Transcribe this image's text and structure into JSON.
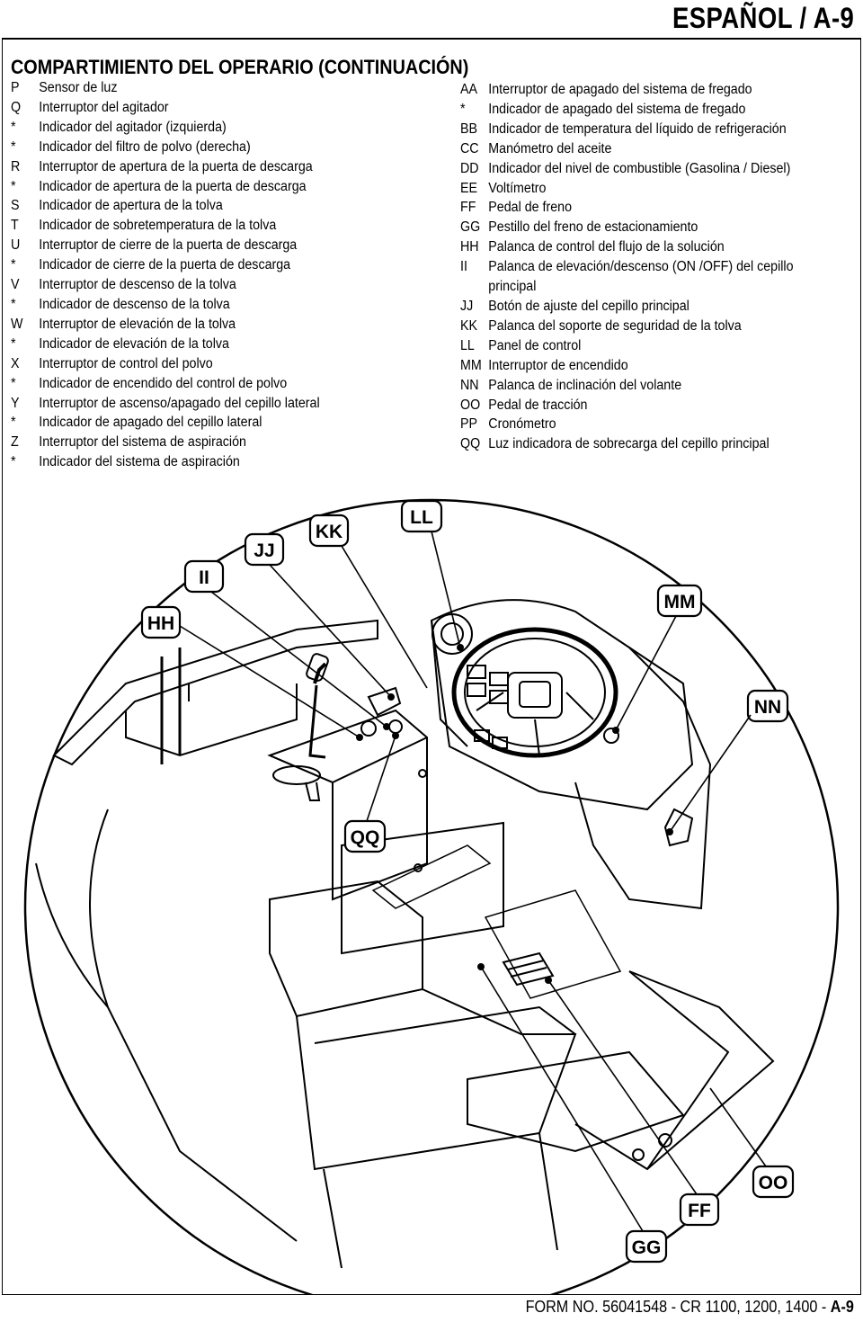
{
  "header": {
    "title": "ESPAÑOL / A-9"
  },
  "section_title": "COMPARTIMIENTO DEL OPERARIO (CONTINUACIÓN)",
  "left_items": [
    {
      "key": "P",
      "text": "Sensor de luz"
    },
    {
      "key": "Q",
      "text": "Interruptor del agitador"
    },
    {
      "key": "*",
      "text": "Indicador del agitador (izquierda)"
    },
    {
      "key": "*",
      "text": "Indicador del filtro de polvo (derecha)"
    },
    {
      "key": "R",
      "text": "Interruptor de apertura de la puerta de descarga"
    },
    {
      "key": "*",
      "text": "Indicador de apertura de la puerta de descarga"
    },
    {
      "key": "S",
      "text": "Indicador de apertura de la tolva"
    },
    {
      "key": "T",
      "text": "Indicador de sobretemperatura de la tolva"
    },
    {
      "key": "U",
      "text": "Interruptor de cierre de la puerta de descarga"
    },
    {
      "key": "*",
      "text": "Indicador de cierre de la puerta de descarga"
    },
    {
      "key": "V",
      "text": "Interruptor de descenso de la tolva"
    },
    {
      "key": "*",
      "text": "Indicador de descenso de la tolva"
    },
    {
      "key": "W",
      "text": "Interruptor de elevación de la tolva"
    },
    {
      "key": "*",
      "text": "Indicador de elevación de la tolva"
    },
    {
      "key": "X",
      "text": "Interruptor de control del polvo"
    },
    {
      "key": "*",
      "text": "Indicador de encendido del control de polvo"
    },
    {
      "key": "Y",
      "text": "Interruptor de ascenso/apagado del cepillo lateral"
    },
    {
      "key": "*",
      "text": "Indicador de apagado del cepillo lateral"
    },
    {
      "key": "Z",
      "text": "Interruptor del sistema de aspiración"
    },
    {
      "key": "*",
      "text": "Indicador del sistema de aspiración"
    }
  ],
  "right_items": [
    {
      "key": "AA",
      "text": "Interruptor de apagado del sistema de fregado"
    },
    {
      "key": "*",
      "text": "Indicador de apagado del sistema de fregado"
    },
    {
      "key": "BB",
      "text": "Indicador de temperatura del líquido de refrigeración"
    },
    {
      "key": "CC",
      "text": "Manómetro del aceite"
    },
    {
      "key": "DD",
      "text": "Indicador del nivel de combustible (Gasolina / Diesel)"
    },
    {
      "key": "EE",
      "text": "Voltímetro"
    },
    {
      "key": "FF",
      "text": "Pedal de freno"
    },
    {
      "key": "GG",
      "text": "Pestillo del freno de estacionamiento"
    },
    {
      "key": "HH",
      "text": "Palanca de control del flujo de la solución"
    },
    {
      "key": "II",
      "text": "Palanca de elevación/descenso (ON /OFF) del cepillo",
      "cont": "principal"
    },
    {
      "key": "JJ",
      "text": "Botón de ajuste del cepillo principal"
    },
    {
      "key": "KK",
      "text": "Palanca del soporte de seguridad de la tolva"
    },
    {
      "key": "LL",
      "text": "Panel de control"
    },
    {
      "key": "MM",
      "text": "Interruptor de encendido"
    },
    {
      "key": "NN",
      "text": "Palanca de inclinación del volante"
    },
    {
      "key": "OO",
      "text": "Pedal de tracción"
    },
    {
      "key": "PP",
      "text": "Cronómetro"
    },
    {
      "key": "QQ",
      "text": "Luz indicadora de sobrecarga del cepillo principal"
    }
  ],
  "callouts": {
    "hh": "HH",
    "ii": "II",
    "jj": "JJ",
    "kk": "KK",
    "ll": "LL",
    "mm": "MM",
    "nn": "NN",
    "qq": "QQ",
    "oo": "OO",
    "ff": "FF",
    "gg": "GG"
  },
  "footer": {
    "form": "FORM NO. 56041548 - CR 1100, 1200, 1400 - ",
    "page": "A-9"
  }
}
